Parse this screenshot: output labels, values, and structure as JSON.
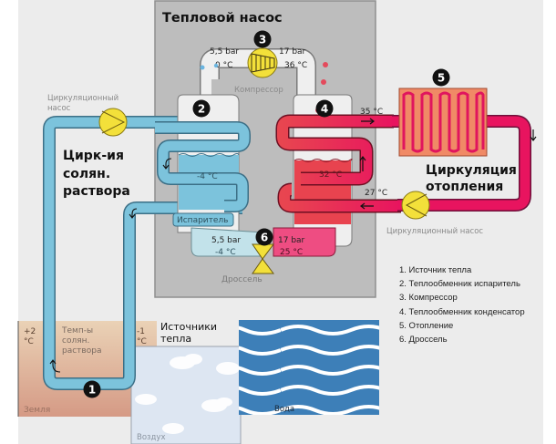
{
  "title": "Тепловой насос",
  "colors": {
    "brine": "#7cc3dc",
    "brine_light": "#bfe0e8",
    "heating": "#e8145f",
    "condenser": "#e84155",
    "pump": "#f3e03a",
    "panel": "#bdbdbd",
    "ground": "#d9a488",
    "water": "#3d7fb8",
    "air": "#dde6f2"
  },
  "markers": [
    "1",
    "2",
    "3",
    "4",
    "5",
    "6"
  ],
  "compressor": {
    "label": "Компрессор",
    "pressure_low": "5,5 bar",
    "pressure_high": "17 bar",
    "temp_low": "0 °C",
    "temp_high": "36 °C",
    "icon": "compressor-icon"
  },
  "evaporator": {
    "label": "Испаритель",
    "temp": "-4 °C"
  },
  "condenser": {
    "temp": "32 °C",
    "supply_temp": "35 °C",
    "return_temp": "27 °C"
  },
  "throttle": {
    "label": "Дроссель",
    "pressure_low": "5,5 bar",
    "pressure_high": "17 bar",
    "temp_low": "-4 °C",
    "temp_high": "25 °C",
    "icon": "throttle-valve-icon"
  },
  "brine_circuit": {
    "pump_label_line1": "Циркуляционный",
    "pump_label_line2": "насос",
    "title_line1": "Цирк-ия",
    "title_line2": "солян.",
    "title_line3": "раствора"
  },
  "heating_circuit": {
    "title_line1": "Циркуляция",
    "title_line2": "отопления",
    "pump_label": "Циркуляционный насос"
  },
  "ground": {
    "label": "Земля",
    "temp_left_line1": "+2",
    "temp_left_line2": "°C",
    "temp_right_line1": "-1",
    "temp_right_line2": "°C",
    "desc_line1": "Темп-ы",
    "desc_line2": "солян.",
    "desc_line3": "раствора"
  },
  "heat_sources": {
    "title_line1": "Источники",
    "title_line2": "тепла",
    "air_label": "Воздух",
    "water_label": "Вода"
  },
  "legend": [
    "1. Источник тепла",
    "2. Теплообменник испаритель",
    "3. Компрессор",
    "4. Теплообменник конденсатор",
    "5. Отопление",
    "6. Дроссель"
  ]
}
